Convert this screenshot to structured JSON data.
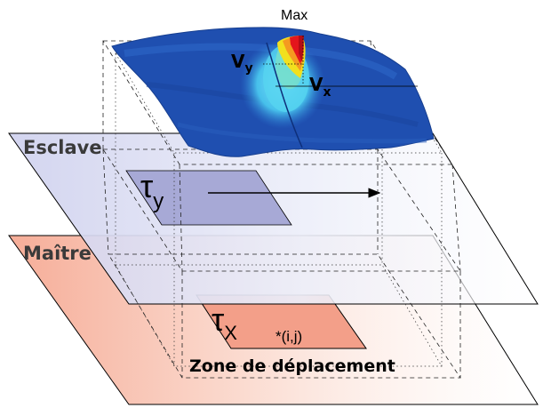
{
  "labels": {
    "max": "Max",
    "vy_base": "V",
    "vy_sub": "y",
    "vx_base": "V",
    "vx_sub": "x",
    "esclave": "Esclave",
    "maitre": "Maître",
    "tau_y_base": "τ",
    "tau_y_sub": "y",
    "tau_x_base": "τ",
    "tau_x_sub": "X",
    "ij": "*(i,j)",
    "zone": "Zone de déplacement"
  },
  "colors": {
    "esclave_plane": "#d8daf0",
    "maitre_plane": "#f6b2a0",
    "tau_y_rect": "#a9abd6",
    "tau_x_rect": "#f29e88",
    "surface_low": "#1e4ba8",
    "surface_mid": "#39c3e8",
    "surface_peak_red": "#e8141e",
    "surface_peak_yellow": "#f4e21a",
    "line": "#000000"
  }
}
